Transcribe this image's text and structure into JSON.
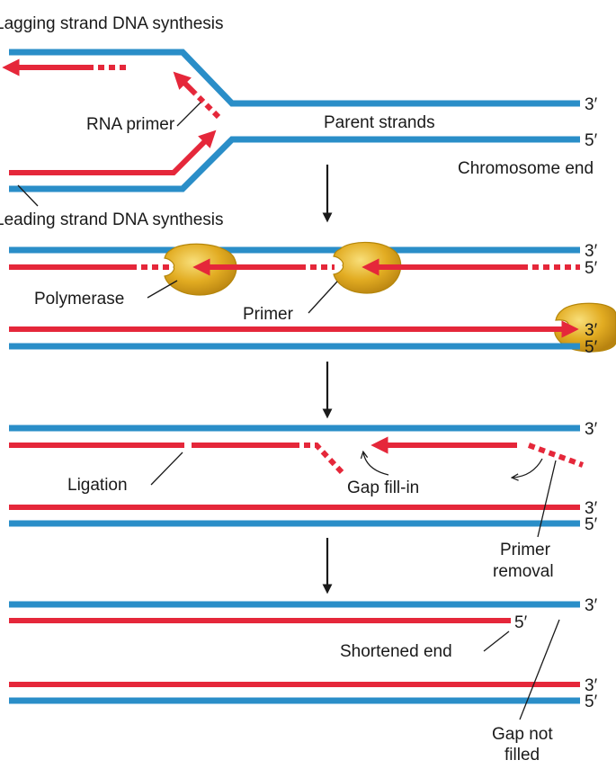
{
  "labels": {
    "lagging": "Lagging strand DNA synthesis",
    "rna_primer": "RNA primer",
    "parent_strands": "Parent strands",
    "chromosome_end": "Chromosome end",
    "leading": "Leading strand DNA synthesis",
    "polymerase": "Polymerase",
    "primer": "Primer",
    "ligation": "Ligation",
    "gap_fill_in": "Gap fill-in",
    "primer_removal_1": "Primer",
    "primer_removal_2": "removal",
    "shortened_end": "Shortened end",
    "gap_not_1": "Gap not",
    "gap_not_2": "filled"
  },
  "ends": {
    "three_prime": "3′",
    "five_prime": "5′"
  },
  "colors": {
    "parent_strand": "#2a8ec8",
    "new_strand": "#e5273a",
    "polymerase": "#e0a91c"
  }
}
